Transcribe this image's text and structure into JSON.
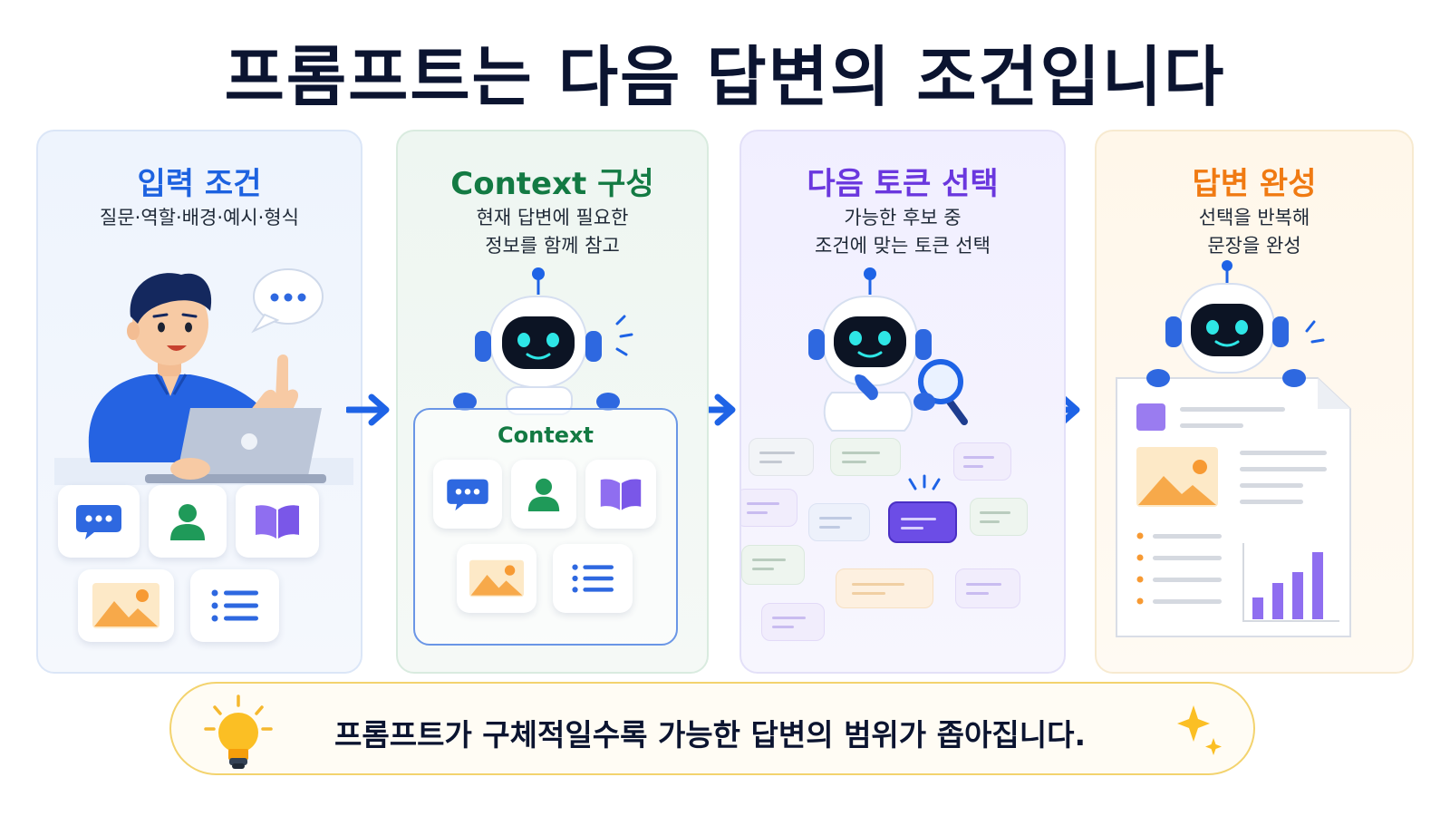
{
  "title": "프롬프트는 다음 답변의 조건입니다",
  "steps": [
    {
      "title": "입력 조건",
      "desc": [
        "질문·역할·배경·예시·형식"
      ],
      "icons": [
        "chat-bubble-icon",
        "person-icon",
        "book-icon",
        "image-icon",
        "list-icon"
      ]
    },
    {
      "title": "Context 구성",
      "desc": [
        "현재 답변에 필요한",
        "정보를 함께 참고"
      ],
      "box_label": "Context",
      "icons": [
        "chat-bubble-icon",
        "person-icon",
        "book-icon",
        "image-icon",
        "list-icon"
      ]
    },
    {
      "title": "다음 토큰 선택",
      "desc": [
        "가능한 후보 중",
        "조건에 맞는 토큰 선택"
      ],
      "icons": [
        "robot-icon",
        "magnifier-icon",
        "token-candidate-icon",
        "selected-token-icon"
      ]
    },
    {
      "title": "답변 완성",
      "desc": [
        "선택을 반복해",
        "문장을 완성"
      ],
      "icons": [
        "robot-icon",
        "document-icon",
        "image-icon",
        "bar-chart-icon"
      ]
    }
  ],
  "footer": {
    "text": "프롬프트가 구체적일수록 가능한 답변의 범위가 좁아집니다.",
    "icons": [
      "lightbulb-icon",
      "sparkle-icon"
    ]
  },
  "colors": {
    "step1": "#1d62e0",
    "step2": "#137a43",
    "step3": "#6a37de",
    "step4": "#f07a12",
    "title": "#0b1430",
    "arrow": "#1e63e6"
  }
}
